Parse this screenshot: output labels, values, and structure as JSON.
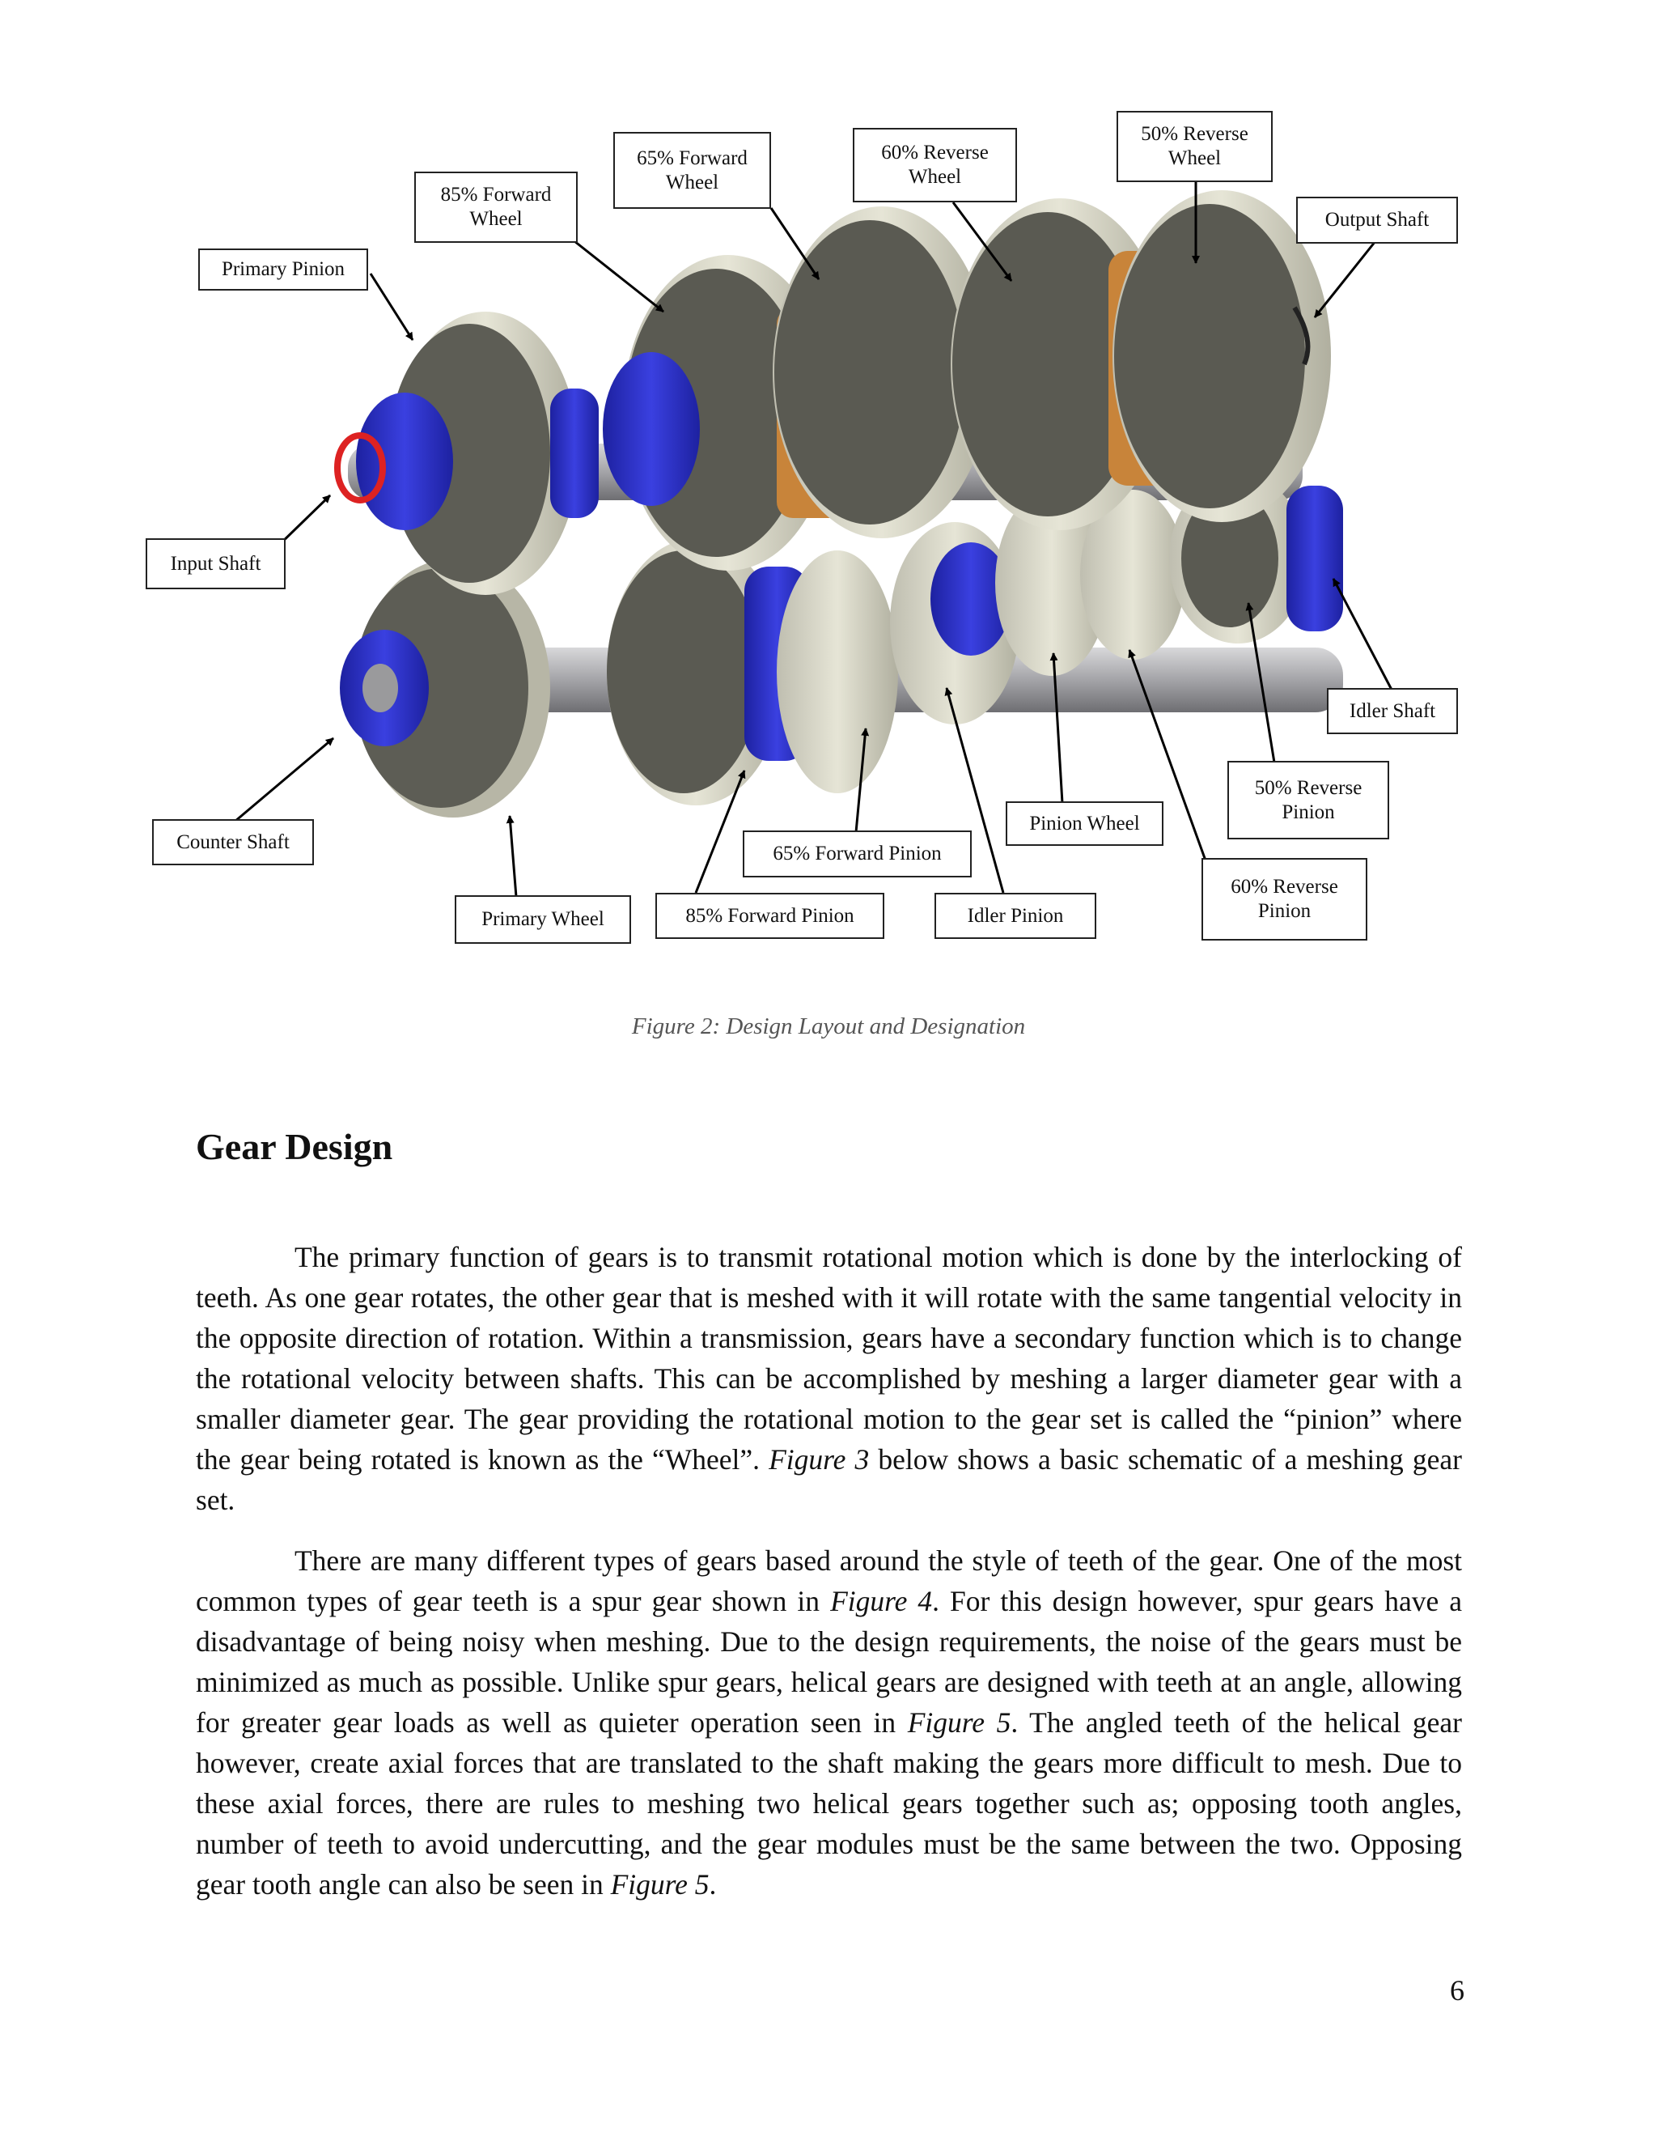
{
  "figure": {
    "labels": {
      "primary_pinion": "Primary Pinion",
      "fwd85_wheel": "85% Forward\nWheel",
      "fwd65_wheel": "65% Forward\nWheel",
      "rev60_wheel": "60% Reverse\nWheel",
      "rev50_wheel": "50% Reverse\nWheel",
      "output_shaft": "Output Shaft",
      "input_shaft": "Input Shaft",
      "idler_shaft": "Idler Shaft",
      "counter_shaft": "Counter Shaft",
      "rev50_pinion": "50% Reverse\nPinion",
      "pinion_wheel": "Pinion Wheel",
      "fwd65_pinion": "65% Forward Pinion",
      "rev60_pinion": "60% Reverse\nPinion",
      "primary_wheel": "Primary Wheel",
      "fwd85_pinion": "85% Forward Pinion",
      "idler_pinion": "Idler Pinion"
    },
    "caption": "Figure 2: Design Layout and Designation"
  },
  "section": {
    "heading": "Gear Design",
    "p1": {
      "a": "The primary function of gears is to transmit rotational motion which is done by the interlocking of teeth. As one gear rotates, the other gear that is meshed with it will rotate with the same tangential velocity in the opposite direction of rotation. Within a transmission, gears have a secondary function which is to change the rotational velocity between shafts. This can be accomplished by meshing a larger diameter gear with a smaller diameter gear. The gear providing the rotational motion to the gear set is called the “pinion” where the gear being rotated is known as the “Wheel”. ",
      "ref": "Figure 3",
      "b": " below shows a basic schematic of a meshing gear set."
    },
    "p2": {
      "a": "There are many different types of gears based around the style of teeth of the gear. One of the most common types of gear teeth is a spur gear shown in ",
      "ref1": "Figure 4",
      "b": ". For this design however, spur gears have a disadvantage of being noisy when meshing. Due to the design requirements, the noise of the gears must be minimized as much as possible. Unlike spur gears, helical gears are designed with teeth at an angle, allowing for greater gear loads as well as quieter operation seen in ",
      "ref2": "Figure 5",
      "c": ". The angled teeth of the helical gear however, create axial forces that are translated to the shaft making the gears more difficult to mesh. Due to these axial forces, there are rules to meshing two helical gears together such as; opposing tooth angles, number of teeth to avoid undercutting, and the gear modules must be the same between the two. Opposing gear tooth angle can also be seen in ",
      "ref3": "Figure 5",
      "d": "."
    }
  },
  "page_number": "6",
  "colors": {
    "gear_teeth": "#d9d8c6",
    "gear_web": "#5a5a52",
    "bearing": "#2f34c8",
    "bronze": "#c8843a",
    "shaft": "#a9a9ab"
  }
}
